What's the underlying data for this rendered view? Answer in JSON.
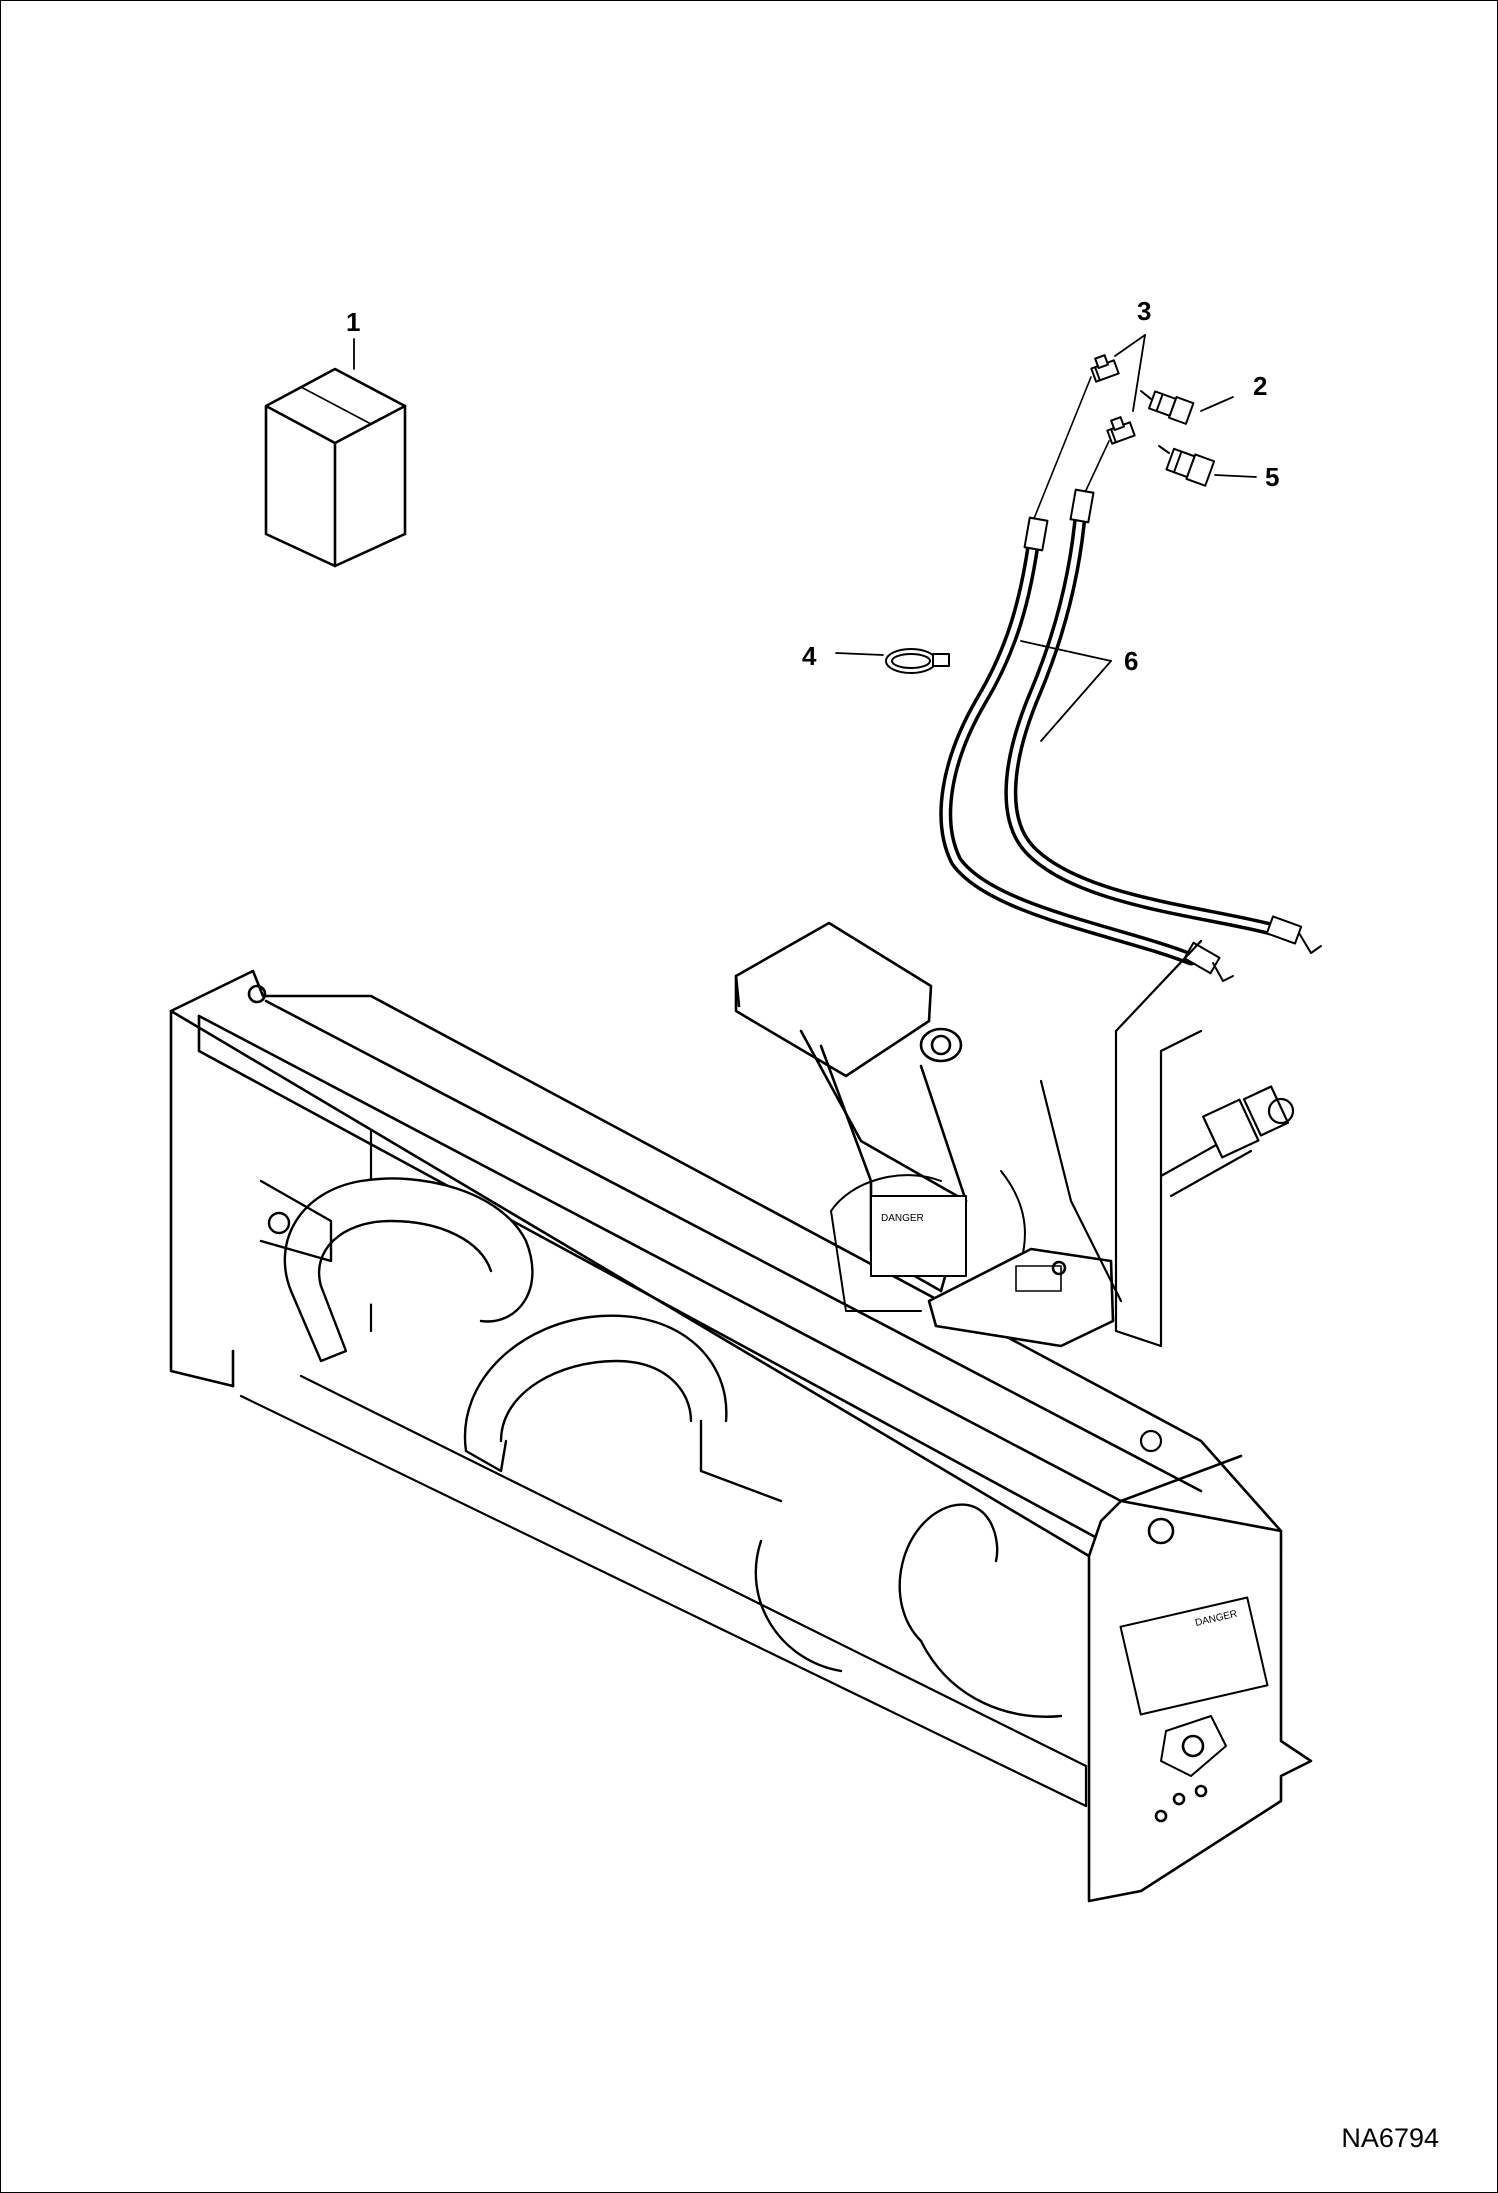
{
  "diagram": {
    "callouts": [
      {
        "id": "1",
        "label": "1"
      },
      {
        "id": "2",
        "label": "2"
      },
      {
        "id": "3",
        "label": "3"
      },
      {
        "id": "4",
        "label": "4"
      },
      {
        "id": "5",
        "label": "5"
      },
      {
        "id": "6",
        "label": "6"
      }
    ],
    "drawing_number": "NA6794",
    "decal_text": "DANGER",
    "line_color": "#000000",
    "background_color": "#ffffff"
  }
}
